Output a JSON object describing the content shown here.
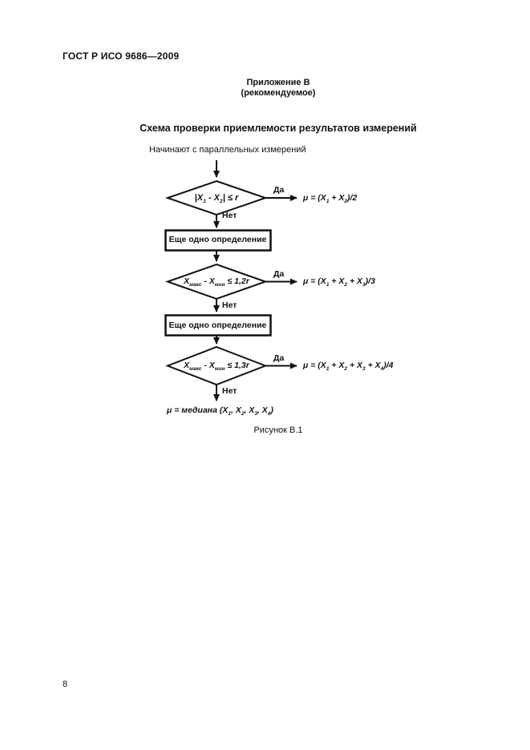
{
  "header": {
    "standard": "ГОСТ Р ИСО 9686—2009"
  },
  "appendix": {
    "title": "Приложение В",
    "subtitle": "(рекомендуемое)"
  },
  "figure": {
    "title": "Схема проверки приемлемости результатов измерений",
    "caption": "Рисунок В.1"
  },
  "flowchart": {
    "start": "Начинают с параллельных измерений",
    "yes": "Да",
    "no": "Нет",
    "process": "Еще одно определение",
    "decisions": {
      "d1_parts": [
        [
          "|X",
          false
        ],
        [
          "1",
          true
        ],
        [
          " - X",
          false
        ],
        [
          "2",
          true
        ],
        [
          "| ≤ r",
          false
        ]
      ],
      "d2_parts": [
        [
          "X",
          false
        ],
        [
          "макс",
          true
        ],
        [
          " - X",
          false
        ],
        [
          "мин",
          true
        ],
        [
          " ≤ 1,2r",
          false
        ]
      ],
      "d3_parts": [
        [
          "X",
          false
        ],
        [
          "макс",
          true
        ],
        [
          " - X",
          false
        ],
        [
          "мин",
          true
        ],
        [
          " ≤ 1,3r",
          false
        ]
      ]
    },
    "results": {
      "r1_parts": [
        [
          "μ = (X",
          false
        ],
        [
          "1",
          true
        ],
        [
          " + X",
          false
        ],
        [
          "2",
          true
        ],
        [
          ")/2",
          false
        ]
      ],
      "r2_parts": [
        [
          "μ = (X",
          false
        ],
        [
          "1",
          true
        ],
        [
          " + X",
          false
        ],
        [
          "2",
          true
        ],
        [
          " + X",
          false
        ],
        [
          "3",
          true
        ],
        [
          ")/3",
          false
        ]
      ],
      "r3_parts": [
        [
          "μ = (X",
          false
        ],
        [
          "1",
          true
        ],
        [
          " + X",
          false
        ],
        [
          "2",
          true
        ],
        [
          " + X",
          false
        ],
        [
          "3",
          true
        ],
        [
          " + X",
          false
        ],
        [
          "4",
          true
        ],
        [
          ")/4",
          false
        ]
      ],
      "median_parts": [
        [
          "μ = медиана (X",
          false
        ],
        [
          "1",
          true
        ],
        [
          ", X",
          false
        ],
        [
          "2",
          true
        ],
        [
          ", X",
          false
        ],
        [
          "3",
          true
        ],
        [
          ", X",
          false
        ],
        [
          "4",
          true
        ],
        [
          ")",
          false
        ]
      ]
    }
  },
  "footer": {
    "page_number": "8"
  },
  "colors": {
    "ink": "#111111",
    "paper": "#ffffff"
  }
}
